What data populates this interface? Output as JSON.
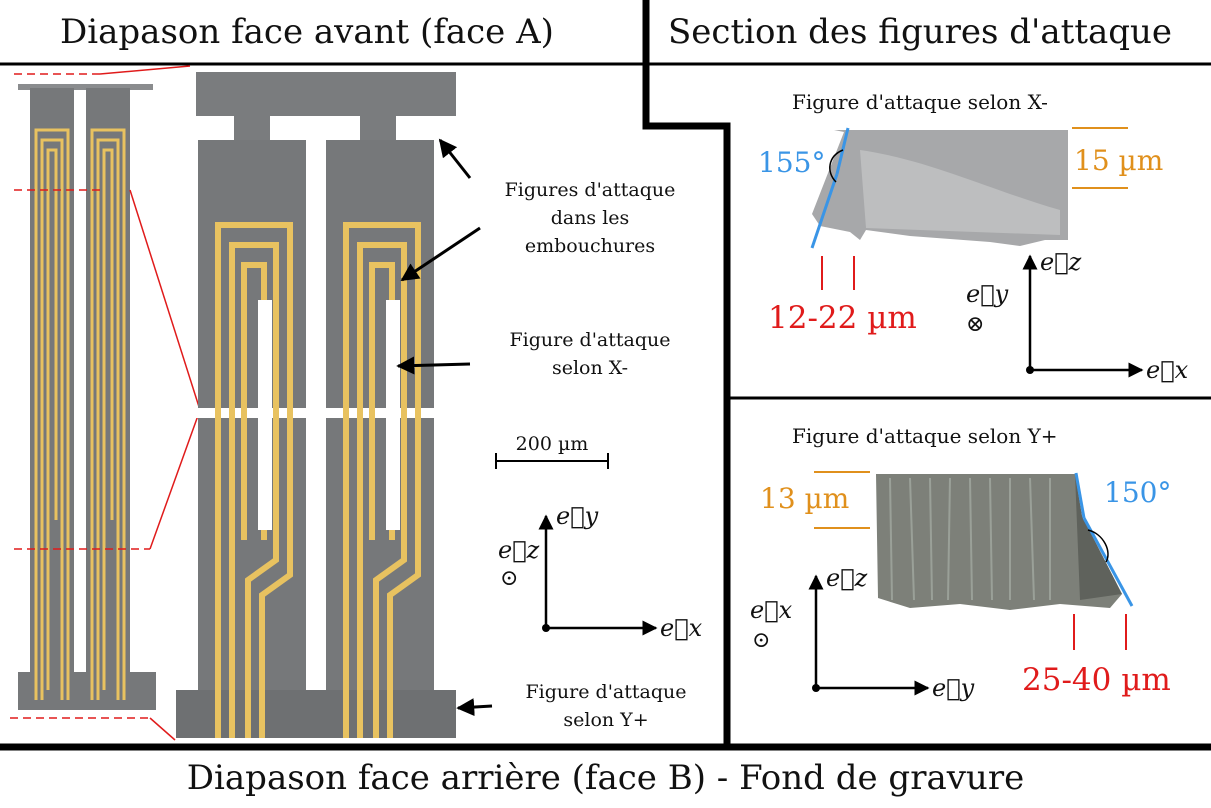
{
  "titles": {
    "front": "Diapason face avant (face A)",
    "section": "Section des figures d'attaque",
    "back": "Diapason face arrière (face B) - Fond de gravure"
  },
  "annotations": {
    "embouchures": [
      "Figures d'attaque",
      "dans les",
      "embouchures"
    ],
    "selon_x": [
      "Figure d'attaque",
      "selon X-"
    ],
    "selon_y": [
      "Figure d'attaque",
      "selon Y+"
    ]
  },
  "scale_bar": "200 µm",
  "front_axes": {
    "y": "e⃗y",
    "x": "e⃗x",
    "z": "e⃗z",
    "z_symbol": "⊙"
  },
  "section_x": {
    "title": "Figure d'attaque selon X-",
    "angle": "155°",
    "depth": "15 µm",
    "width": "12-22 µm",
    "axes": {
      "z": "e⃗z",
      "x": "e⃗x",
      "y": "e⃗y",
      "y_symbol": "⊗"
    }
  },
  "section_y": {
    "title": "Figure d'attaque selon Y+",
    "angle": "150°",
    "depth": "13 µm",
    "width": "25-40 µm",
    "axes": {
      "z": "e⃗z",
      "y": "e⃗y",
      "x": "e⃗x",
      "x_symbol": "⊙"
    }
  },
  "colors": {
    "gold": "#e8c260",
    "gray": "#76787a",
    "red": "#e01b1b",
    "orange": "#e0901c",
    "blue": "#3a95e6"
  }
}
